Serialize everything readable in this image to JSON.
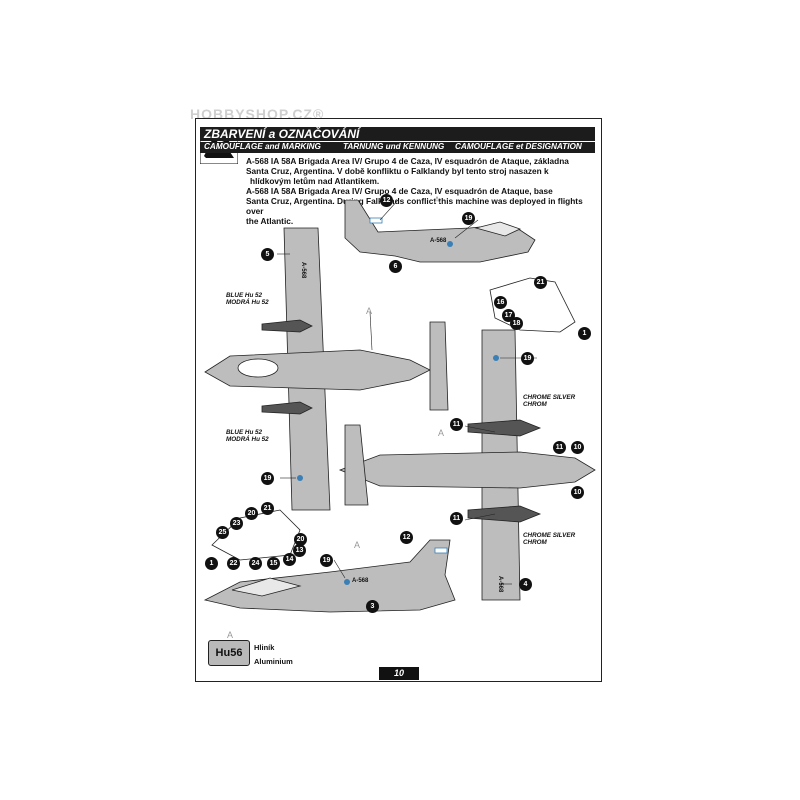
{
  "watermark": "HOBBYSHOP.CZ®",
  "header": {
    "title_cz": "ZBARVENÍ a OZNAČOVÁNÍ",
    "title_en": "CAMOUFLAGE and MARKING",
    "title_de": "TARNUNG und KENNUNG",
    "title_fr": "CAMOUFLAGE et DESIGNATION"
  },
  "description": {
    "cz_line1": "A-568 IA 58A Brigada Area IV/ Grupo 4 de Caza, IV esquadrón de Ataque, základna",
    "cz_line2": "Santa Cruz, Argentina. V době konfliktu o Falklandy byl tento stroj nasazen k",
    "cz_line3": "hlídkovým letům nad Atlantikem.",
    "en_line1": "A-568 IA 58A Brigada Area IV/ Grupo 4 de Caza, IV esquadrón de Ataque, base",
    "en_line2": "Santa Cruz, Argentina. During Falklands conflict this machine was deployed in flights over",
    "en_line3": "the Atlantic."
  },
  "callouts": {
    "blue_en": "BLUE Hu 52",
    "blue_cz": "MODRÁ Hu 52",
    "chrome_en": "CHROME SILVER",
    "chrome_cz": "CHROM",
    "serial": "A-568",
    "paint_letter": "A"
  },
  "markers": [
    "12",
    "19",
    "6",
    "5",
    "21",
    "16",
    "17",
    "18",
    "1",
    "19",
    "19",
    "11",
    "11",
    "10",
    "10",
    "11",
    "20",
    "21",
    "23",
    "25",
    "13",
    "20",
    "14",
    "1",
    "22",
    "24",
    "15",
    "19",
    "12",
    "3",
    "4"
  ],
  "legend": {
    "code": "Hu56",
    "letter": "A",
    "name_cz": "Hliník",
    "name_en": "Aluminium"
  },
  "page_number": "10",
  "colors": {
    "header_bg": "#1c1c1c",
    "aluminium": "#b9b9b9",
    "roundel_blue": "#3a7fb5"
  }
}
